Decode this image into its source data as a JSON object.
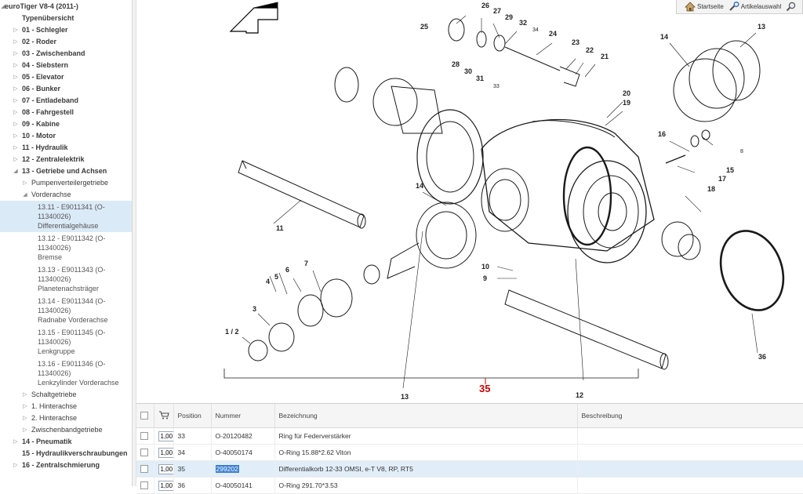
{
  "sidebar": {
    "root": "euroTiger V8-4 (2011-)",
    "overview": "Typenübersicht",
    "groups": [
      {
        "label": "01 - Schlegler"
      },
      {
        "label": "02 - Roder"
      },
      {
        "label": "03 - Zwischenband"
      },
      {
        "label": "04 - Siebstern"
      },
      {
        "label": "05 - Elevator"
      },
      {
        "label": "06 - Bunker"
      },
      {
        "label": "07 - Entladeband"
      },
      {
        "label": "08 - Fahrgestell"
      },
      {
        "label": "09 - Kabine"
      },
      {
        "label": "10 - Motor"
      },
      {
        "label": "11 - Hydraulik"
      },
      {
        "label": "12 - Zentralelektrik"
      },
      {
        "label": "13 - Getriebe und Achsen"
      }
    ],
    "sub_pump": "Pumpenverteilergetriebe",
    "sub_front": "Vorderachse",
    "leaves": [
      {
        "l1": "13.11 - E9011341 (O-",
        "l2": "11340026)",
        "l3": "Differentialgehäuse"
      },
      {
        "l1": "13.12 - E9011342 (O-",
        "l2": "11340026)",
        "l3": "Bremse"
      },
      {
        "l1": "13.13 - E9011343 (O-",
        "l2": "11340026)",
        "l3": "Planetenachsträger"
      },
      {
        "l1": "13.14 - E9011344 (O-",
        "l2": "11340026)",
        "l3": "Radnabe Vorderachse"
      },
      {
        "l1": "13.15 - E9011345 (O-",
        "l2": "11340026)",
        "l3": "Lenkgruppe"
      },
      {
        "l1": "13.16 - E9011346 (O-",
        "l2": "11340026)",
        "l3": "Lenkzylinder Vorderachse"
      }
    ],
    "after": [
      {
        "label": "Schaltgetriebe"
      },
      {
        "label": "1. Hinterachse"
      },
      {
        "label": "2. Hinterachse"
      },
      {
        "label": "Zwischenbandgetriebe"
      }
    ],
    "tail": [
      {
        "label": "14 - Pneumatik"
      },
      {
        "label": "15 - Hydraulikverschraubungen"
      },
      {
        "label": "16 - Zentralschmierung"
      }
    ]
  },
  "toolbar": {
    "start": "Startseite",
    "articles": "Artikelauswahl",
    "search": "Suche"
  },
  "diagram": {
    "group_callout": "35",
    "callouts": [
      "26",
      "27",
      "25",
      "29",
      "32",
      "34",
      "24",
      "28",
      "30",
      "31",
      "33",
      "23",
      "22",
      "21",
      "14",
      "13",
      "20",
      "19",
      "16",
      "15",
      "8",
      "17",
      "18",
      "11",
      "14",
      "10",
      "9",
      "4",
      "5",
      "6",
      "7",
      "3",
      "1 / 2",
      "36",
      "13",
      "12"
    ]
  },
  "table": {
    "headers": {
      "position": "Position",
      "number": "Nummer",
      "name": "Bezeichnung",
      "desc": "Beschreibung"
    },
    "rows": [
      {
        "qty": "1,00",
        "pos": "33",
        "num": "O-20120482",
        "name": "Ring für Federverstärker",
        "desc": ""
      },
      {
        "qty": "1,00",
        "pos": "34",
        "num": "O-40050174",
        "name": "O-Ring 15.88*2.62 Viton",
        "desc": ""
      },
      {
        "qty": "1,00",
        "pos": "35",
        "num": "299202",
        "name": "Differentialkorb 12-33 OMSI, e-T V8, RP, RT5",
        "desc": ""
      },
      {
        "qty": "1,00",
        "pos": "36",
        "num": "O-40050141",
        "name": "O-Ring 291.70*3.53",
        "desc": ""
      }
    ]
  },
  "colors": {
    "selection": "#dbeaf7",
    "accent_red": "#d00000"
  }
}
